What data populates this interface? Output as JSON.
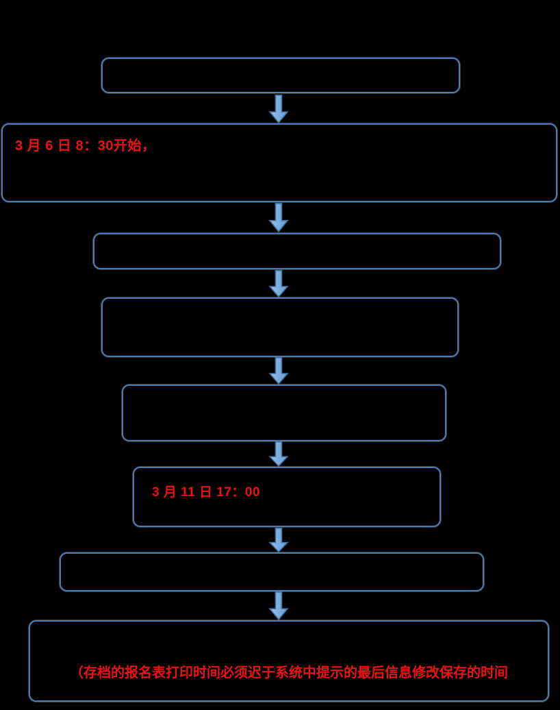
{
  "flowchart": {
    "description": "vertical-flowchart-8-steps",
    "boxes": [
      {
        "name": "step-1",
        "text": ""
      },
      {
        "name": "step-2",
        "text": "3 月 6 日 8：30开始，"
      },
      {
        "name": "step-3",
        "text": ""
      },
      {
        "name": "step-4",
        "text": ""
      },
      {
        "name": "step-5",
        "text": ""
      },
      {
        "name": "step-6",
        "text": "3 月 11 日 17：00"
      },
      {
        "name": "step-7",
        "text": ""
      },
      {
        "name": "step-8",
        "text": "（存档的报名表打印时间必须迟于系统中提示的最后信息修改保存的时间"
      }
    ],
    "colors": {
      "background": "#000000",
      "box_border": "#4a7db8",
      "arrow_fill_light": "#9cc3e8",
      "arrow_fill_dark": "#6aa0d4",
      "arrow_outline": "#41719c",
      "highlight_text": "#ee1111"
    }
  }
}
